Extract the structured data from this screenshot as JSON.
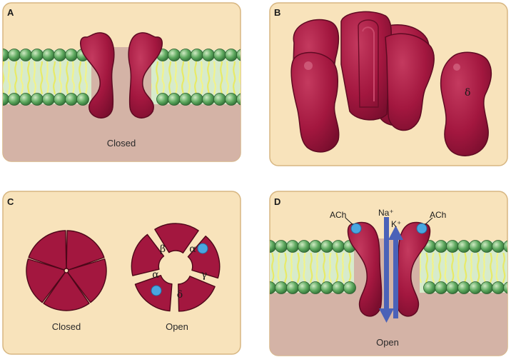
{
  "panels": {
    "a": {
      "label": "A",
      "caption": "Closed"
    },
    "b": {
      "label": "B",
      "subunit": "δ"
    },
    "c": {
      "label": "C",
      "closed_caption": "Closed",
      "open_caption": "Open",
      "subunits": {
        "beta": "β",
        "alpha_top": "α",
        "alpha_left": "α",
        "gamma": "γ",
        "delta": "δ"
      }
    },
    "d": {
      "label": "D",
      "ach_left": "ACh",
      "ach_right": "ACh",
      "ion_na": "Na⁺",
      "ion_k": "K⁺",
      "caption": "Open"
    }
  },
  "colors": {
    "panel_bg": "#f8e3bb",
    "panel_border": "#d7b681",
    "cytoplasm": "#d4b3a6",
    "protein": "#a3173f",
    "protein_dark": "#6a0c27",
    "lipid_head": "#5faa60",
    "lipid_tail": "#ecee6a",
    "membrane_core": "#d7ebcb",
    "ach_blue": "#4aa6e0",
    "arrow_blue": "#4b62b8"
  }
}
